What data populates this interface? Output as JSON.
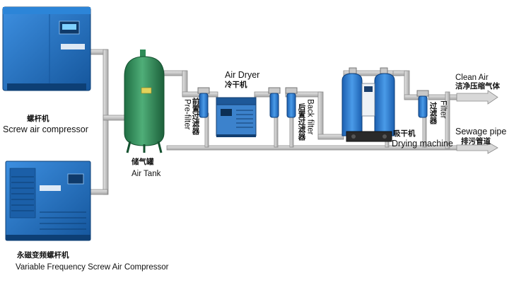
{
  "labels": {
    "screw_compressor_cn": "螺杆机",
    "screw_compressor_en": "Screw air compressor",
    "vfd_compressor_cn": "永磁变频螺杆机",
    "vfd_compressor_en": "Variable Frequency Screw  Air Compressor",
    "air_tank_cn": "储气罐",
    "air_tank_en": "Air Tank",
    "pre_filter_cn": "前置过滤器",
    "pre_filter_en": "Pre-filter",
    "air_dryer_en": "Air Dryer",
    "air_dryer_cn": "冷干机",
    "back_filter_cn": "后置过滤器",
    "back_filter_en": "Back filter",
    "drying_machine_cn": "吸干机",
    "drying_machine_en": "Drying machine",
    "filter_cn": "过滤器",
    "filter_en": "Filter",
    "clean_air_en": "Clean Air",
    "clean_air_cn": "洁净压缩气体",
    "sewage_pipe_en": "Sewage pipe",
    "sewage_pipe_cn": "排污管道"
  },
  "colors": {
    "pipe": "#c8c8c8",
    "pipe_edge": "#8a8a8a",
    "compressor_blue": "#1f6fbf",
    "tank_green": "#2e8b57",
    "filter_blue": "#2f7fd0",
    "dryer_blue": "#3a7ec6",
    "desiccant_blue": "#2d6fc4"
  },
  "icons": {
    "screw_compressor": "screw-compressor-icon",
    "vfd_compressor": "vfd-compressor-icon",
    "air_tank": "air-tank-icon",
    "filter": "filter-icon",
    "air_dryer": "air-dryer-icon",
    "drying_machine": "desiccant-dryer-icon",
    "arrow": "arrow-right-icon"
  }
}
